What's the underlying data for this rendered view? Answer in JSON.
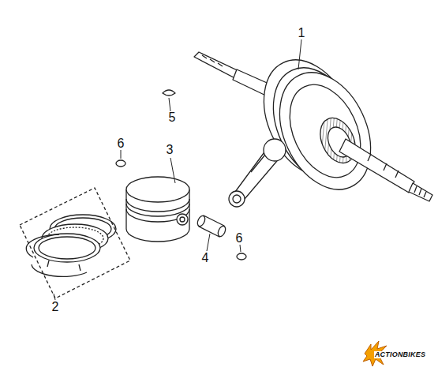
{
  "diagram": {
    "labels": [
      "1",
      "2",
      "3",
      "4",
      "5",
      "6",
      "6",
      "ACTIONBIKES"
    ]
  }
}
